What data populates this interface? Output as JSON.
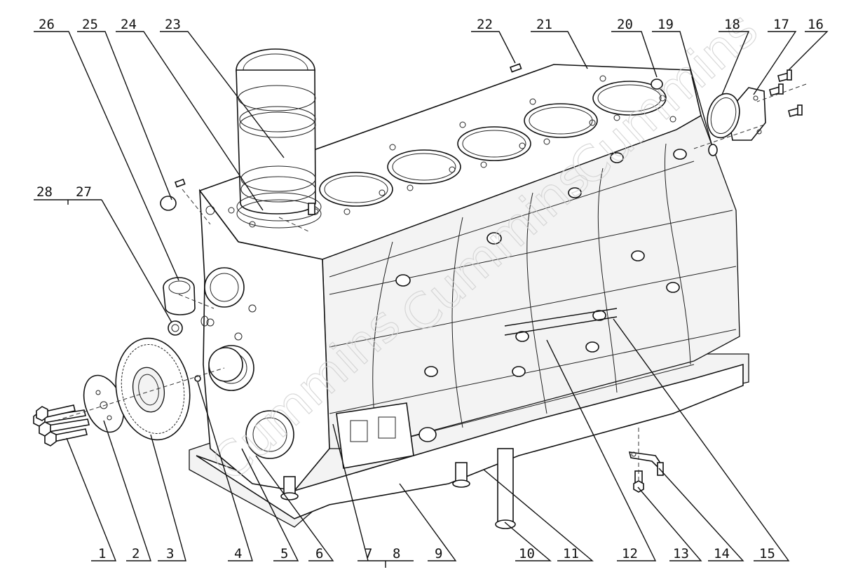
{
  "diagram": {
    "type": "exploded-parts-view",
    "subject": "engine cylinder block assembly",
    "callouts_top": [
      "26",
      "25",
      "24",
      "23",
      "22",
      "21",
      "20",
      "19",
      "18",
      "17",
      "16"
    ],
    "callouts_left": [
      "28",
      "27"
    ],
    "callouts_bottom": [
      "1",
      "2",
      "3",
      "4",
      "5",
      "6",
      "7",
      "8",
      "9",
      "10",
      "11",
      "12",
      "13",
      "14",
      "15"
    ]
  }
}
